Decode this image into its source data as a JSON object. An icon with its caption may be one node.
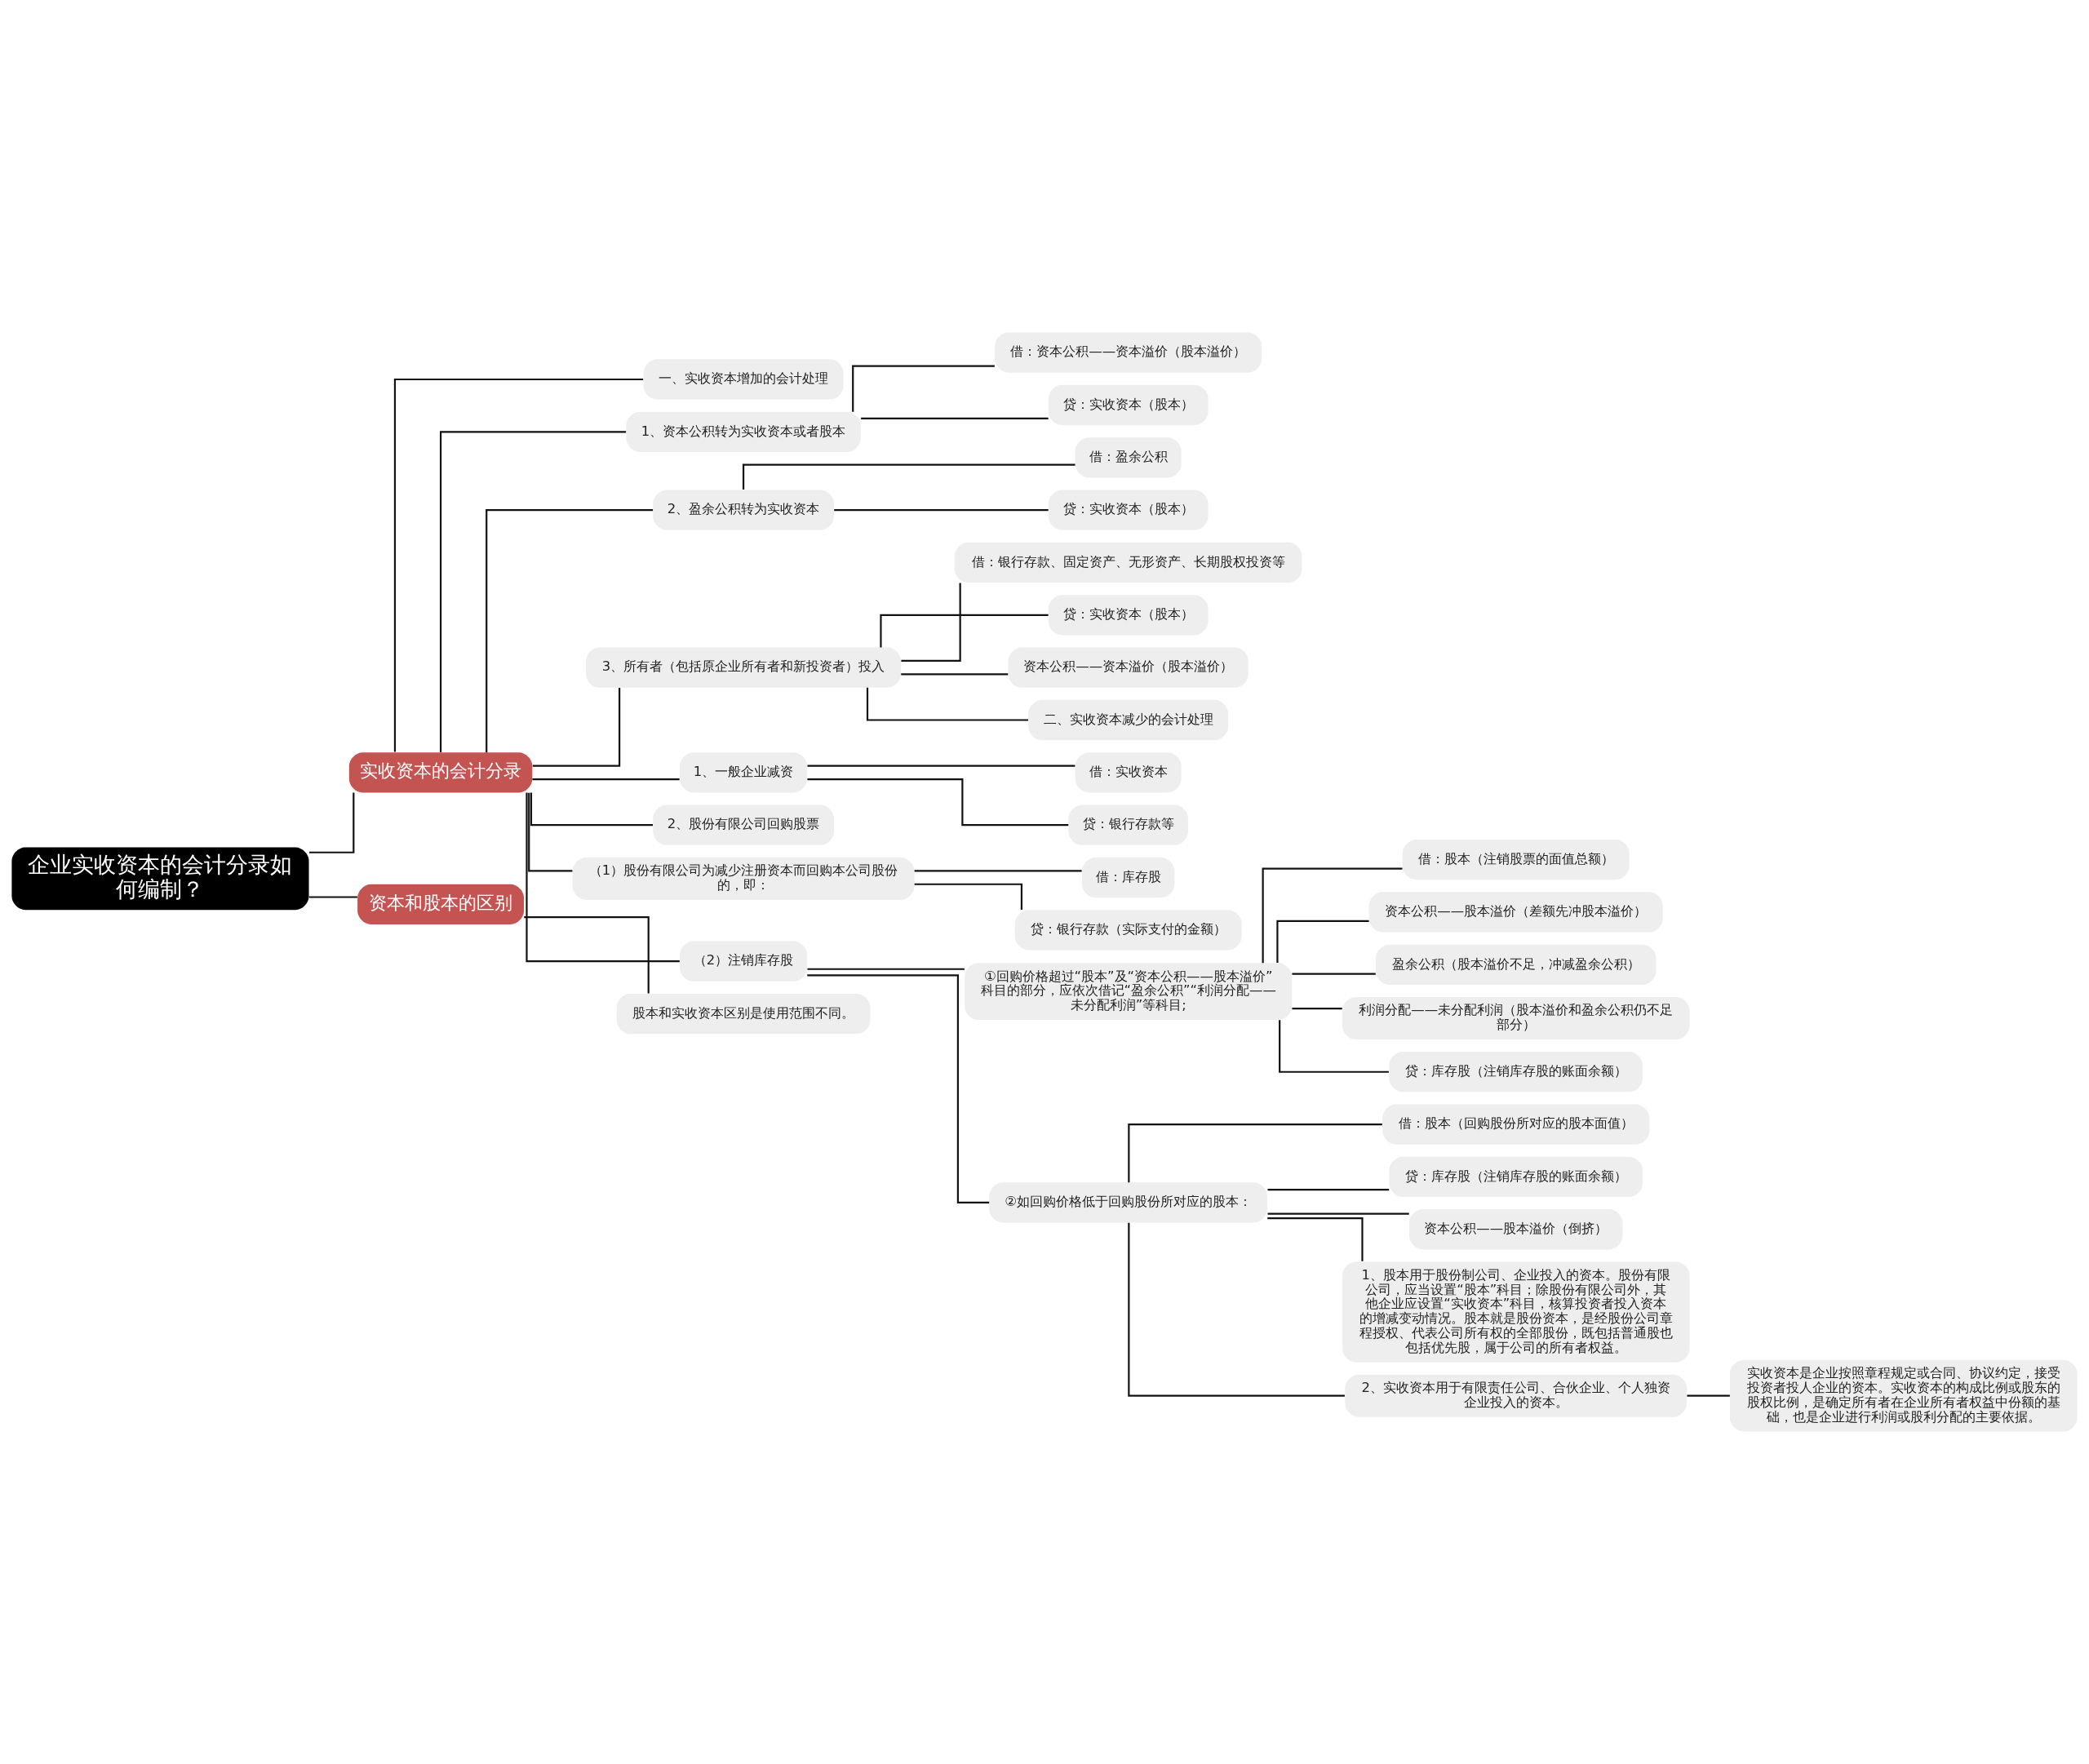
{
  "diagram": {
    "nodes": [
      {
        "text": [
          "企业实收资本的会计分录如何编制？"
        ]
      },
      {
        "text": [
          "实收资本的会计分录"
        ]
      },
      {
        "text": [
          "资本和股本的区别"
        ]
      },
      {
        "text": [
          "股本和实收资本区别是使用范围不同。"
        ]
      },
      {
        "text": [
          "一、实收资本增加的会计处理"
        ]
      },
      {
        "text": [
          "1、资本公积转为实收资本或者股本"
        ]
      },
      {
        "text": [
          "借：资本公积——资本溢价（股本溢价）"
        ]
      },
      {
        "text": [
          "贷：实收资本（股本）"
        ]
      },
      {
        "text": [
          "2、盈余公积转为实收资本"
        ]
      },
      {
        "text": [
          "借：盈余公积"
        ]
      },
      {
        "text": [
          "贷：实收资本（股本）"
        ]
      },
      {
        "text": [
          "3、所有者（包括原企业所有者和新投资者）投入"
        ]
      },
      {
        "text": [
          "借：银行存款、固定资产、无形资产、长期股权投资等"
        ]
      },
      {
        "text": [
          "贷：实收资本（股本）"
        ]
      },
      {
        "text": [
          "资本公积——资本溢价（股本溢价）"
        ]
      },
      {
        "text": [
          "二、实收资本减少的会计处理"
        ]
      },
      {
        "text": [
          "1、一般企业减资"
        ]
      },
      {
        "text": [
          "借：实收资本"
        ]
      },
      {
        "text": [
          "贷：银行存款等"
        ]
      },
      {
        "text": [
          "2、股份有限公司回购股票"
        ]
      },
      {
        "text": [
          "（1）股份有限公司为减少注册资本而回购本公司股份的，即："
        ]
      },
      {
        "text": [
          "借：库存股"
        ]
      },
      {
        "text": [
          "贷：银行存款（实际支付的金额）"
        ]
      },
      {
        "text": [
          "（2）注销库存股"
        ]
      },
      {
        "text": [
          "①回购价格超过“股本”及“资本公积——股本溢价”科目的部分，应依次借记“盈余公积”“利润分配——未分配利润”等科目;"
        ]
      },
      {
        "text": [
          "借：股本（注销股票的面值总额）"
        ]
      },
      {
        "text": [
          "资本公积——股本溢价（差额先冲股本溢价）"
        ]
      },
      {
        "text": [
          "盈余公积（股本溢价不足，冲减盈余公积）"
        ]
      },
      {
        "text": [
          "利润分配——未分配利润（股本溢价和盈余公积仍不足部分）"
        ]
      },
      {
        "text": [
          "贷：库存股（注销库存股的账面余额）"
        ]
      },
      {
        "text": [
          "②如回购价格低于回购股份所对应的股本："
        ]
      },
      {
        "text": [
          "借：股本（回购股份所对应的股本面值）"
        ]
      },
      {
        "text": [
          "贷：库存股（注销库存股的账面余额）"
        ]
      },
      {
        "text": [
          "资本公积——股本溢价（倒挤）"
        ]
      },
      {
        "text": [
          "1、股本用于股份制公司、企业投入的资本。股份有限公司，应当设置“股本”科目；除股份有限公司外，其他企业应设置“实收资本”科目，核算投资者投入资本的增减变动情况。股本就是股份资本，是经股份公司章程授权、代表公司所有权的全部股份，既包括普通股也包括优先股，属于公司的所有者权益。"
        ]
      },
      {
        "text": [
          "2、实收资本用于有限责任公司、合伙企业、个人独资企业投入的资本。"
        ]
      },
      {
        "text": [
          "实收资本是企业按照章程规定或合同、协议约定，接受投资者投人企业的资本。实收资本的构成比例或股东的股权比例，是确定所有者在企业所有者权益中份额的基础，也是企业进行利润或股利分配的主要依据。"
        ]
      }
    ],
    "edges": [
      {
        "from": 0,
        "to": 1,
        "arrow": "none"
      },
      {
        "from": 0,
        "to": 2,
        "arrow": "none"
      },
      {
        "from": 2,
        "to": 3,
        "arrow": "none"
      },
      {
        "from": 1,
        "to": 4,
        "arrow": "none"
      },
      {
        "from": 1,
        "to": 5,
        "arrow": "none"
      },
      {
        "from": 5,
        "to": 6,
        "arrow": "none"
      },
      {
        "from": 5,
        "to": 7,
        "arrow": "none"
      },
      {
        "from": 1,
        "to": 8,
        "arrow": "none"
      },
      {
        "from": 8,
        "to": 9,
        "arrow": "none"
      },
      {
        "from": 8,
        "to": 10,
        "arrow": "none"
      },
      {
        "from": 1,
        "to": 11,
        "arrow": "none"
      },
      {
        "from": 11,
        "to": 12,
        "arrow": "none"
      },
      {
        "from": 11,
        "to": 13,
        "arrow": "none"
      },
      {
        "from": 11,
        "to": 14,
        "arrow": "none"
      },
      {
        "from": 11,
        "to": 15,
        "arrow": "none"
      },
      {
        "from": 1,
        "to": 16,
        "arrow": "none"
      },
      {
        "from": 16,
        "to": 17,
        "arrow": "none"
      },
      {
        "from": 16,
        "to": 18,
        "arrow": "none"
      },
      {
        "from": 1,
        "to": 19,
        "arrow": "none"
      },
      {
        "from": 1,
        "to": 20,
        "arrow": "none"
      },
      {
        "from": 20,
        "to": 21,
        "arrow": "none"
      },
      {
        "from": 20,
        "to": 22,
        "arrow": "none"
      },
      {
        "from": 1,
        "to": 23,
        "arrow": "none"
      },
      {
        "from": 23,
        "to": 24,
        "arrow": "none"
      },
      {
        "from": 24,
        "to": 25,
        "arrow": "none"
      },
      {
        "from": 24,
        "to": 26,
        "arrow": "none"
      },
      {
        "from": 24,
        "to": 27,
        "arrow": "none"
      },
      {
        "from": 24,
        "to": 28,
        "arrow": "none"
      },
      {
        "from": 24,
        "to": 29,
        "arrow": "none"
      },
      {
        "from": 23,
        "to": 30,
        "arrow": "none"
      },
      {
        "from": 30,
        "to": 31,
        "arrow": "none"
      },
      {
        "from": 30,
        "to": 32,
        "arrow": "none"
      },
      {
        "from": 30,
        "to": 33,
        "arrow": "none"
      },
      {
        "from": 30,
        "to": 34,
        "arrow": "none"
      },
      {
        "from": 30,
        "to": 35,
        "arrow": "none"
      },
      {
        "from": 35,
        "to": 36,
        "arrow": "none"
      }
    ]
  }
}
